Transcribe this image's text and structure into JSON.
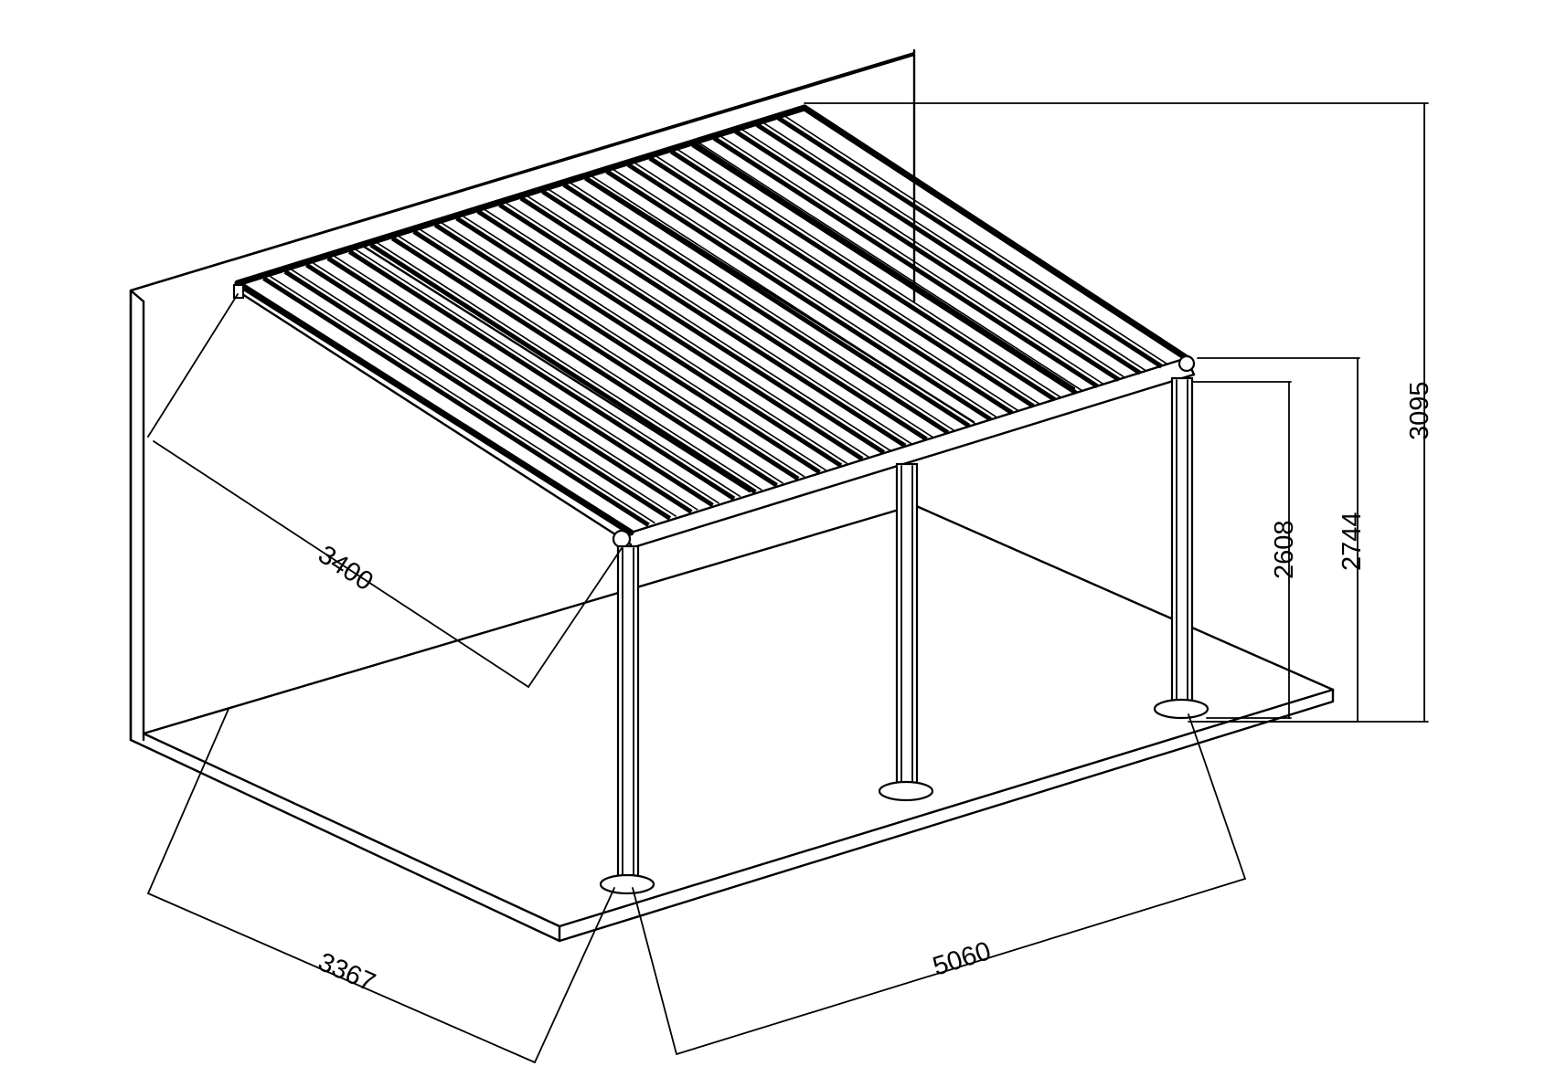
{
  "drawing": {
    "dimensions": {
      "roof_depth": "3400",
      "floor_depth": "3367",
      "width": "5060",
      "clear_height": "2608",
      "beam_height": "2744",
      "total_height": "3095"
    }
  }
}
